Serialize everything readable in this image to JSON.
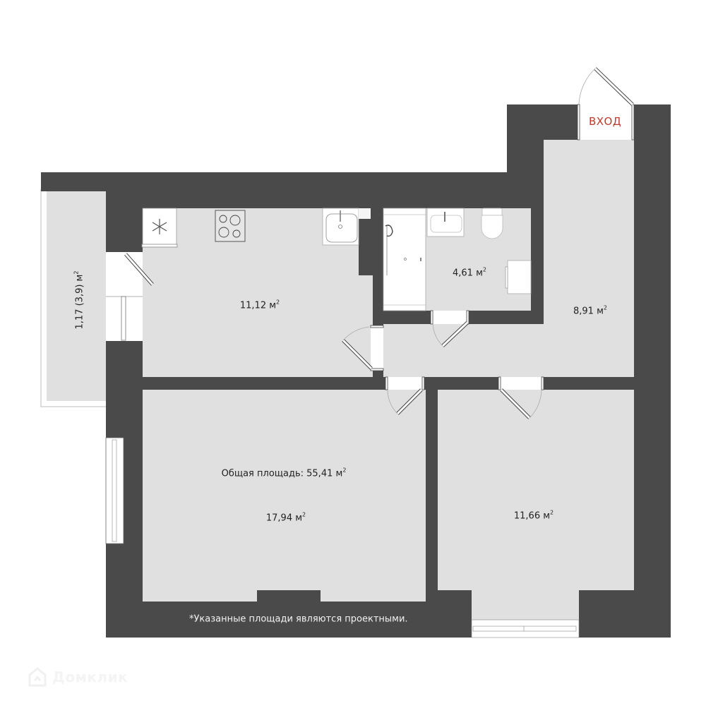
{
  "plan": {
    "total_area_label": "Общая площадь: 55,41 м",
    "disclaimer": "*Указанные площади являются проектными.",
    "entrance_label": "ВХОД",
    "unit_superscript": "2",
    "colors": {
      "wall": "#4a4a4a",
      "floor": "#e0e0e0",
      "fixture": "#ffffff",
      "entrance_text": "#c0392b",
      "background": "#ffffff"
    },
    "rooms": [
      {
        "id": "kitchen",
        "area": "11,12 м"
      },
      {
        "id": "bathroom",
        "area": "4,61 м"
      },
      {
        "id": "hallway",
        "area": "8,91 м"
      },
      {
        "id": "living-room",
        "area": "17,94 м"
      },
      {
        "id": "bedroom",
        "area": "11,66 м"
      },
      {
        "id": "balcony",
        "area": "1,17 (3,9) м"
      }
    ],
    "fixtures": [
      "refrigerator-icon",
      "stove-icon",
      "kitchen-sink-icon",
      "bathtub-icon",
      "bathroom-sink-icon",
      "toilet-icon",
      "washing-machine-icon"
    ]
  },
  "watermark": {
    "brand": "Домклик"
  }
}
